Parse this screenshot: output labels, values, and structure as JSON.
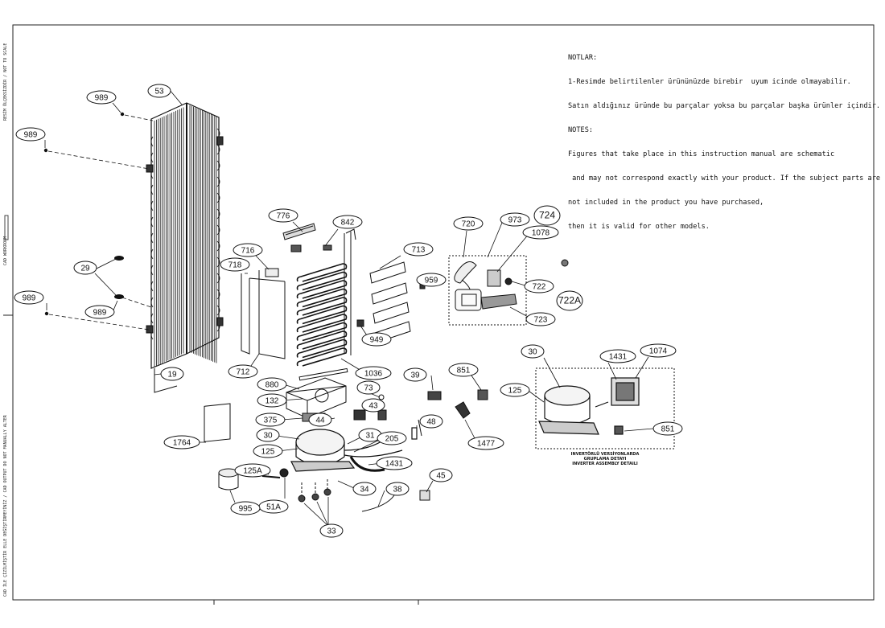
{
  "notes": {
    "lines": [
      "NOTLAR:",
      "1-Resimde belirtilenler ürününüzde birebir  uyum icinde olmayabilir.",
      "Satın aldığınız üründe bu parçalar yoksa bu parçalar başka ürünler içindir.",
      "NOTES:",
      "Figures that take place in this instruction manual are schematic",
      " and may not correspond exactly with your product. If the subject parts are",
      "not included in the product you have purchased,",
      "then it is valid for other models."
    ]
  },
  "side_texts": {
    "top": "RESİM ÖLÇEKSİZDİR / NOT TO SCALE",
    "mid": "CAD WORKROOM",
    "bottom": "CAD İLE ÇİZİLMİŞTİR ELLE DEĞİŞTİRMEYİNİZ / CAD OUTPUT DO NOT MANUALLY ALTER"
  },
  "inverter_caption": [
    "INVERTÖRLÜ VERSİYONLARDA",
    "GRUPLAMA DETAYI",
    "INVERTER ASSEMBLY DETAILI"
  ],
  "part_labels": [
    {
      "id": "p53",
      "text": "53"
    },
    {
      "id": "p989a",
      "text": "989"
    },
    {
      "id": "p989b",
      "text": "989"
    },
    {
      "id": "p29",
      "text": "29"
    },
    {
      "id": "p989c",
      "text": "989"
    },
    {
      "id": "p989d",
      "text": "989"
    },
    {
      "id": "p19",
      "text": "19"
    },
    {
      "id": "p776",
      "text": "776"
    },
    {
      "id": "p842",
      "text": "842"
    },
    {
      "id": "p716",
      "text": "716"
    },
    {
      "id": "p718",
      "text": "718"
    },
    {
      "id": "p713",
      "text": "713"
    },
    {
      "id": "p959",
      "text": "959"
    },
    {
      "id": "p949",
      "text": "949"
    },
    {
      "id": "p712",
      "text": "712"
    },
    {
      "id": "p1036",
      "text": "1036"
    },
    {
      "id": "p880",
      "text": "880"
    },
    {
      "id": "p73",
      "text": "73"
    },
    {
      "id": "p132",
      "text": "132"
    },
    {
      "id": "p43",
      "text": "43"
    },
    {
      "id": "p375",
      "text": "375"
    },
    {
      "id": "p44",
      "text": "44"
    },
    {
      "id": "p39",
      "text": "39"
    },
    {
      "id": "p851a",
      "text": "851"
    },
    {
      "id": "p48",
      "text": "48"
    },
    {
      "id": "p1477",
      "text": "1477"
    },
    {
      "id": "p30a",
      "text": "30"
    },
    {
      "id": "p31",
      "text": "31"
    },
    {
      "id": "p205",
      "text": "205"
    },
    {
      "id": "p125a",
      "text": "125"
    },
    {
      "id": "p1431a",
      "text": "1431"
    },
    {
      "id": "p1764",
      "text": "1764"
    },
    {
      "id": "p125A",
      "text": "125A"
    },
    {
      "id": "p51A",
      "text": "51A"
    },
    {
      "id": "p34",
      "text": "34"
    },
    {
      "id": "p38",
      "text": "38"
    },
    {
      "id": "p45",
      "text": "45"
    },
    {
      "id": "p995",
      "text": "995"
    },
    {
      "id": "p33",
      "text": "33"
    },
    {
      "id": "p720",
      "text": "720"
    },
    {
      "id": "p973",
      "text": "973"
    },
    {
      "id": "p724",
      "text": "724"
    },
    {
      "id": "p1078",
      "text": "1078"
    },
    {
      "id": "p722",
      "text": "722"
    },
    {
      "id": "p722A",
      "text": "722A"
    },
    {
      "id": "p723",
      "text": "723"
    },
    {
      "id": "p30b",
      "text": "30"
    },
    {
      "id": "p1431b",
      "text": "1431"
    },
    {
      "id": "p1074",
      "text": "1074"
    },
    {
      "id": "p125b",
      "text": "125"
    },
    {
      "id": "p851b",
      "text": "851"
    }
  ]
}
